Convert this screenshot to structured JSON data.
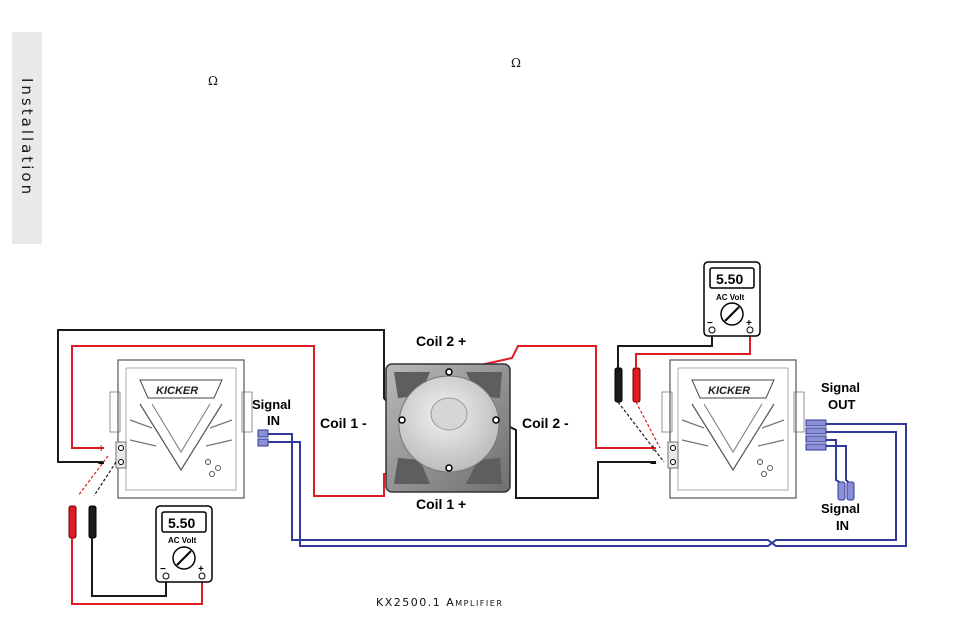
{
  "side_label": "Installation",
  "omega_symbols": [
    "Ω",
    "Ω"
  ],
  "footer": "KX2500.1 Amplifier",
  "coils": {
    "coil2_plus": "Coil 2 +",
    "coil1_minus": "Coil 1 -",
    "coil2_minus": "Coil 2 -",
    "coil1_plus": "Coil 1 +"
  },
  "amp_left": {
    "brand": "KICKER",
    "signal_label_1": "Signal",
    "signal_label_2": "IN",
    "plus": "+",
    "minus": "−"
  },
  "amp_right": {
    "brand": "KICKER",
    "signal_out_1": "Signal",
    "signal_out_2": "OUT",
    "signal_in_1": "Signal",
    "signal_in_2": "IN",
    "plus": "+",
    "minus": "−"
  },
  "meter_left": {
    "reading": "5.50",
    "unit": "AC Volt",
    "minus": "−",
    "plus": "+"
  },
  "meter_right": {
    "reading": "5.50",
    "unit": "AC Volt",
    "minus": "−",
    "plus": "+"
  },
  "colors": {
    "red": "#e01b24",
    "black": "#1a1a1a",
    "blue": "#2f3a9a",
    "amp_line": "#555555",
    "speaker": "#8c8c8c"
  }
}
